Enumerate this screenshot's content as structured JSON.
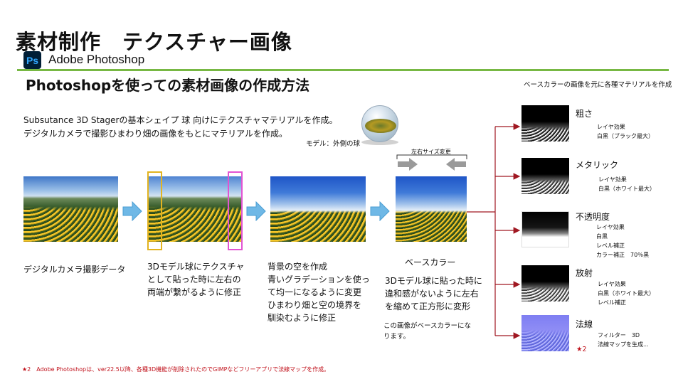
{
  "header": {
    "main_title": "素材制作　テクスチャー画像",
    "app_logo_text": "Ps",
    "app_name": "Adobe Photoshop",
    "subtitle": "Photoshopを使っての素材画像の作成方法"
  },
  "intro": {
    "line1": "Subsutance 3D Stagerの基本シェイプ 球 向けにテクスチャマテリアルを作成。",
    "line2": "デジタルカメラで撮影ひまわり畑の画像をもとにマテリアルを作成。"
  },
  "model_label": "モデル：外側の球",
  "right_note": "ベースカラーの画像を元に各種マテリアルを作成",
  "steps": {
    "step1": {
      "line1": "デジタルカメラ撮影データ"
    },
    "step2": {
      "line1": "3Dモデル球にテクスチャ",
      "line2": "として貼った時に左右の",
      "line3": "両端が繋がるように修正"
    },
    "step3": {
      "line1": "背景の空を作成",
      "line2": "青いグラデーションを使っ",
      "line3": "て均一になるように変更",
      "line4": "ひまわり畑と空の境界を",
      "line5": "馴染むように修正"
    },
    "step4": {
      "title": "ベースカラー",
      "line1": "3Dモデル球に貼った時に",
      "line2": "違和感がないように左右",
      "line3": "を縮めて正方形に変形",
      "note1": "この画像がベースカラーにな",
      "note2": "ります。",
      "size_label": "左右サイズ変更"
    }
  },
  "maps": [
    {
      "title": "粗さ",
      "desc1": "レイヤ効果",
      "desc2": "白黒（ブラック最大）"
    },
    {
      "title": "メタリック",
      "desc1": "レイヤ効果",
      "desc2": "白黒（ホワイト最大）"
    },
    {
      "title": "不透明度",
      "desc1": "レイヤ効果",
      "desc2": "白黒",
      "desc3": "レベル補正",
      "desc4": "カラー補正　70％黒"
    },
    {
      "title": "放射",
      "desc1": "レイヤ効果",
      "desc2": "白黒（ホワイト最大）",
      "desc3": "レベル補正"
    },
    {
      "title": "法線",
      "desc1": "フィルター　3D",
      "desc2": "法線マップを生成...",
      "star": "★2"
    }
  ],
  "footnote": "★2　Adobe Photoshopは、ver22.5以降、各種3D機能が削除されたのでGIMPなどフリーアプリで法線マップを作成。",
  "colors": {
    "accent_green": "#77b843",
    "arrow_blue": "#6fb8e6",
    "connector_red": "#a01822",
    "highlight_yellow": "#e3b420",
    "highlight_magenta": "#e254d2",
    "footnote_red": "#c0101a",
    "photoshop_bg": "#001e36",
    "photoshop_fg": "#31a8ff"
  }
}
